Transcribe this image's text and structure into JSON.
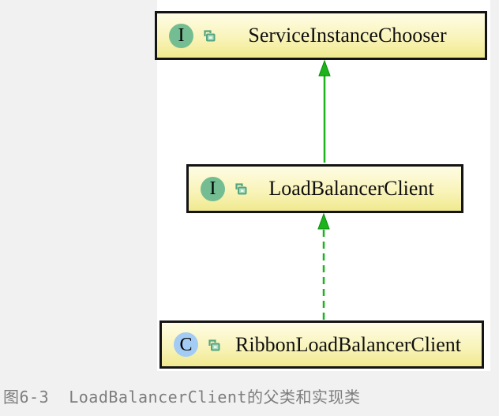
{
  "figure_caption": "图6-3  LoadBalancerClient的父类和实现类",
  "diagram": {
    "nodes": [
      {
        "label": "ServiceInstanceChooser",
        "type": "interface",
        "badge": "I"
      },
      {
        "label": "LoadBalancerClient",
        "type": "interface",
        "badge": "I"
      },
      {
        "label": "RibbonLoadBalancerClient",
        "type": "class",
        "badge": "C"
      }
    ],
    "edges": [
      {
        "from": "LoadBalancerClient",
        "to": "ServiceInstanceChooser",
        "line": "solid"
      },
      {
        "from": "RibbonLoadBalancerClient",
        "to": "LoadBalancerClient",
        "line": "dashed"
      }
    ]
  },
  "colors": {
    "page_bg": "#f1f1f1",
    "canvas_bg": "#ffffff",
    "node_fill_top": "#fefce4",
    "node_fill_bottom": "#f0e98f",
    "node_border": "#141414",
    "arrow_green": "#1db31d",
    "interface_badge": "#74bd92",
    "class_badge": "#a3cbf4",
    "lock_icon": "#55a57f",
    "caption_text": "#7d7d7d",
    "label_text": "#101010"
  }
}
